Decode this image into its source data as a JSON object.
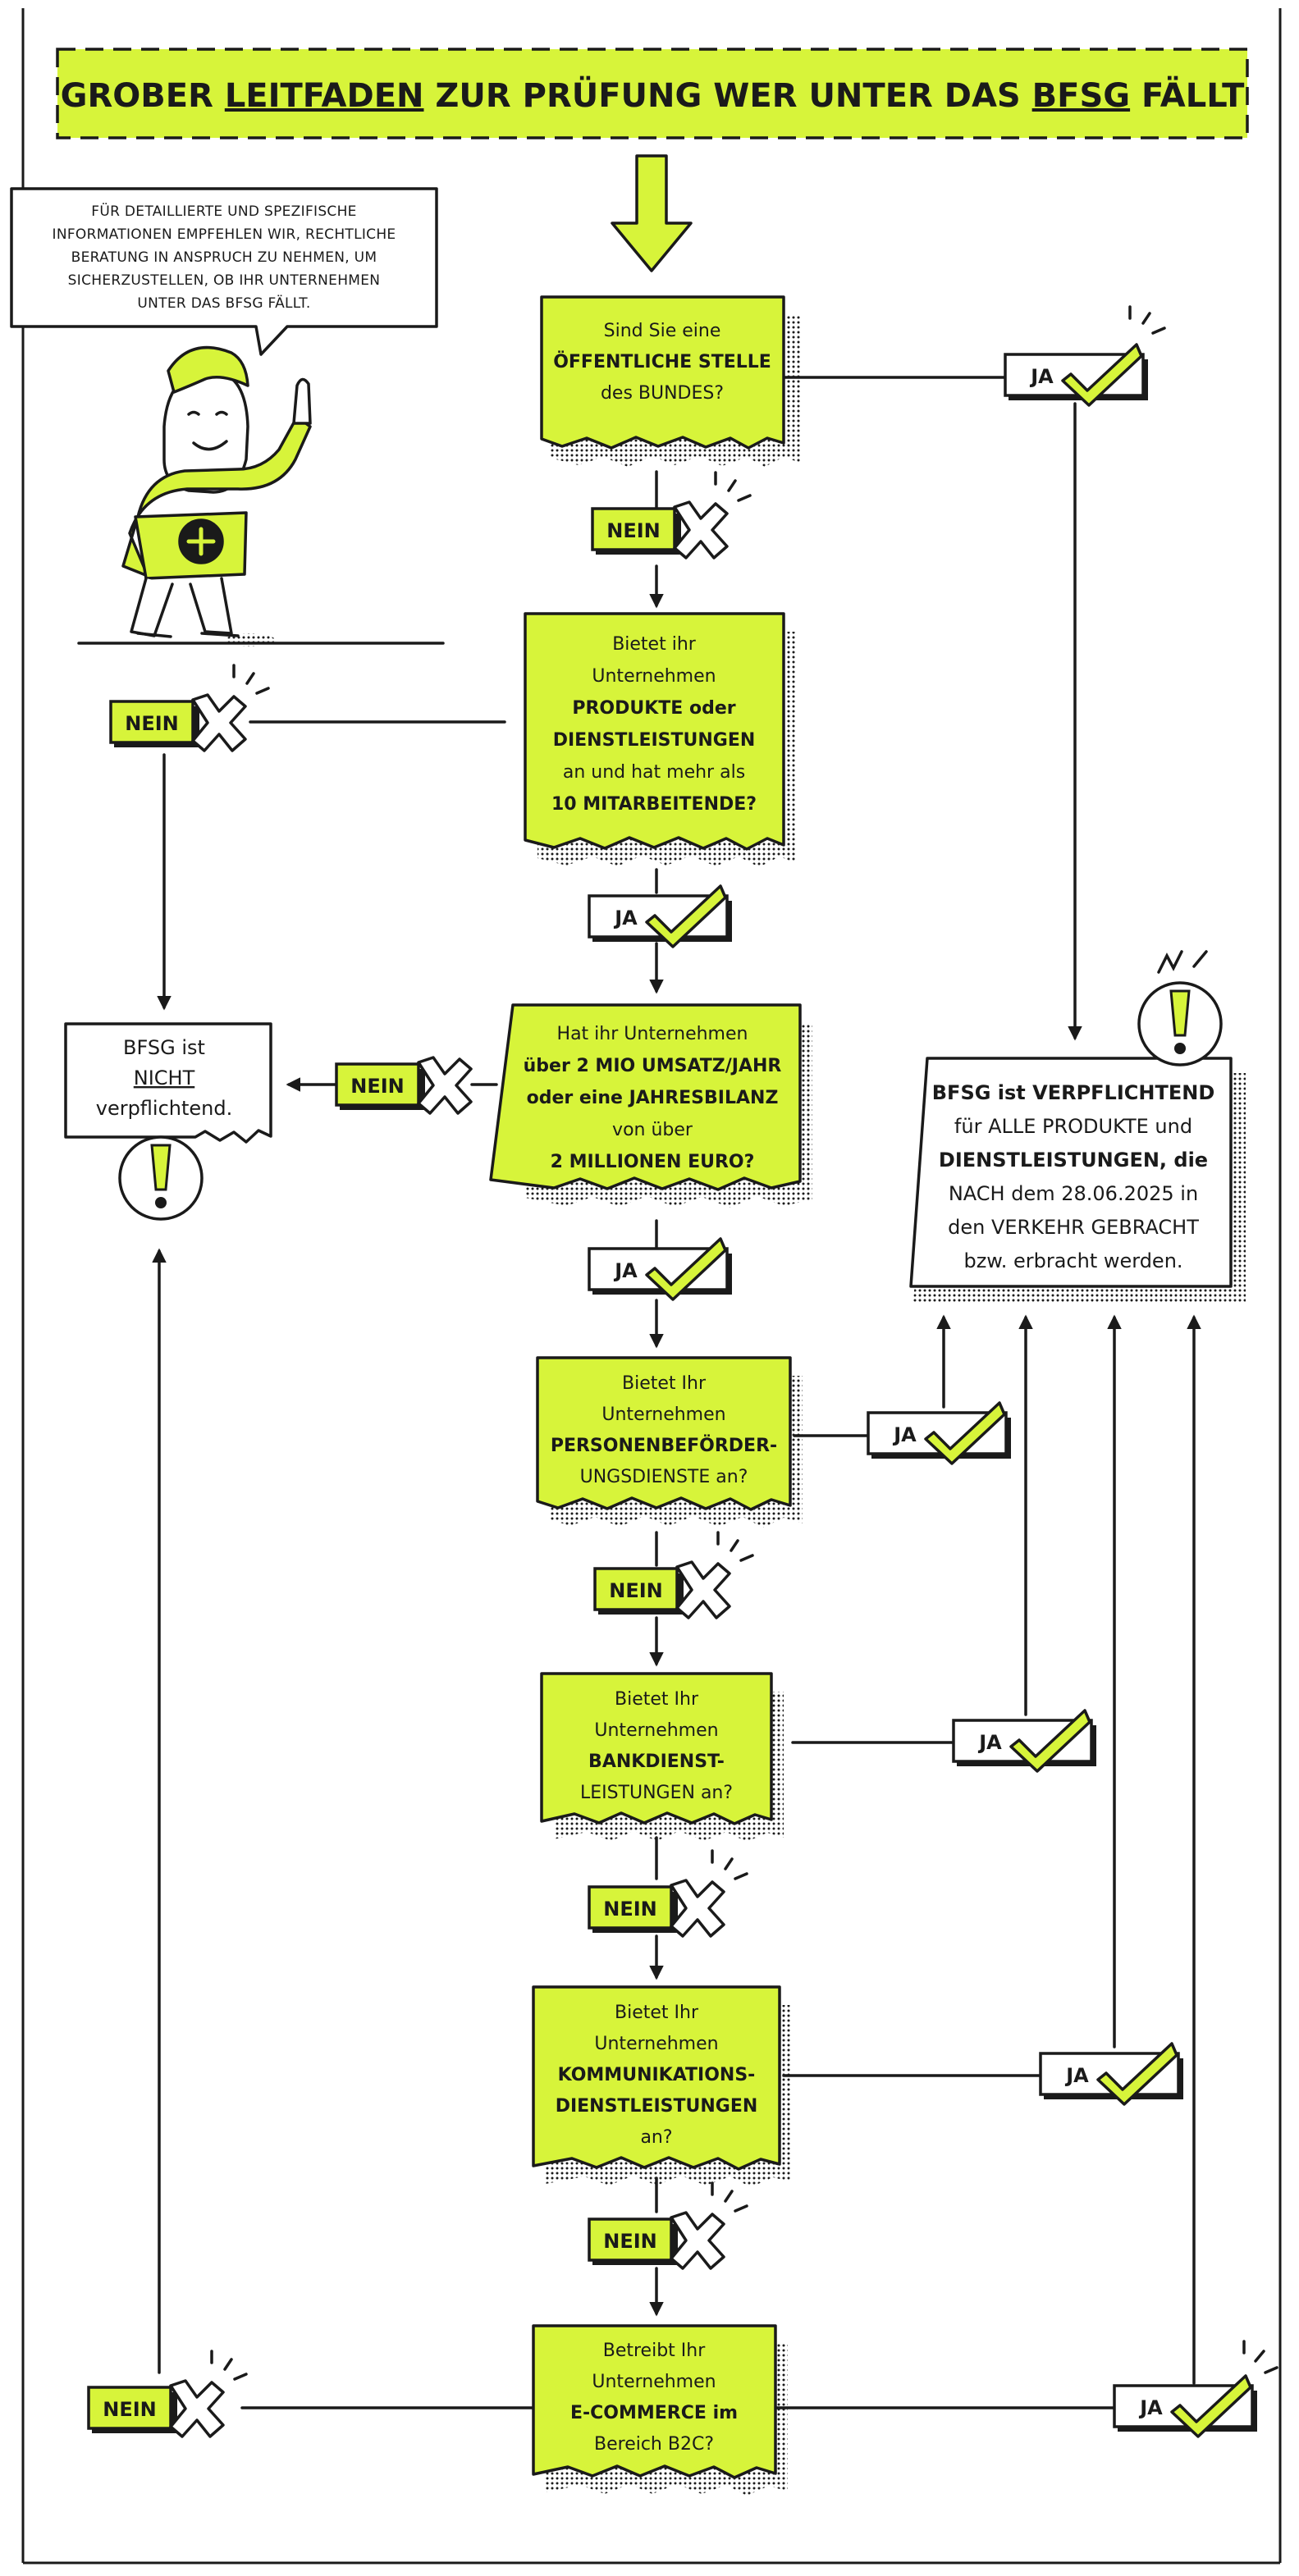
{
  "title": {
    "prefix": "GROBER ",
    "underlined_1": "LEITFADEN",
    "middle": " ZUR PRÜFUNG WER UNTER DAS ",
    "underlined_2": "BFSG",
    "suffix": " FÄLLT"
  },
  "speech_note": [
    "FÜR DETAILLIERTE UND SPEZIFISCHE",
    "INFORMATIONEN EMPFEHLEN WIR, RECHTLICHE",
    "BERATUNG IN ANSPRUCH ZU NEHMEN, UM",
    "SICHERZUSTELLEN, OB IHR UNTERNEHMEN",
    "UNTER DAS BFSG FÄLLT."
  ],
  "questions": [
    {
      "lines": [
        "Sind Sie eine",
        "ÖFFENTLICHE STELLE",
        "des BUNDES?"
      ]
    },
    {
      "lines": [
        "Bietet ihr",
        "Unternehmen",
        "PRODUKTE oder",
        "DIENSTLEISTUNGEN",
        "an und hat mehr als",
        "10 MITARBEITENDE?"
      ]
    },
    {
      "lines": [
        "Hat ihr Unternehmen",
        "über 2 MIO UMSATZ/JAHR",
        "oder eine JAHRESBILANZ",
        "von über",
        "2 MILLIONEN EURO?"
      ]
    },
    {
      "lines": [
        "Bietet Ihr",
        "Unternehmen",
        "PERSONENBEFÖRDER-",
        "UNGSDIENSTE an?"
      ]
    },
    {
      "lines": [
        "Bietet Ihr",
        "Unternehmen",
        "BANKDIENST-",
        "LEISTUNGEN an?"
      ]
    },
    {
      "lines": [
        "Bietet Ihr",
        "Unternehmen",
        "KOMMUNIKATIONS-",
        "DIENSTLEISTUNGEN",
        "an?"
      ]
    },
    {
      "lines": [
        "Betreibt Ihr",
        "Unternehmen",
        "E-COMMERCE im",
        "Bereich B2C?"
      ]
    }
  ],
  "labels": {
    "yes": "JA",
    "no": "NEIN"
  },
  "result_not": {
    "line1": "BFSG ist",
    "line2": "NICHT",
    "line3": "verpflichtend."
  },
  "result_yes": [
    "BFSG ist VERPFLICHTEND",
    "für ALLE PRODUKTE und",
    "DIENSTLEISTUNGEN, die",
    "NACH dem 28.06.2025 in",
    "den VERKEHR GEBRACHT",
    "bzw. erbracht werden."
  ],
  "colors": {
    "accent": "#d7f43a",
    "ink": "#1a1a1a",
    "paper": "#ffffff"
  },
  "icons": [
    "check-icon",
    "cross-icon",
    "exclamation-icon",
    "down-arrow-icon",
    "person-illustration"
  ]
}
